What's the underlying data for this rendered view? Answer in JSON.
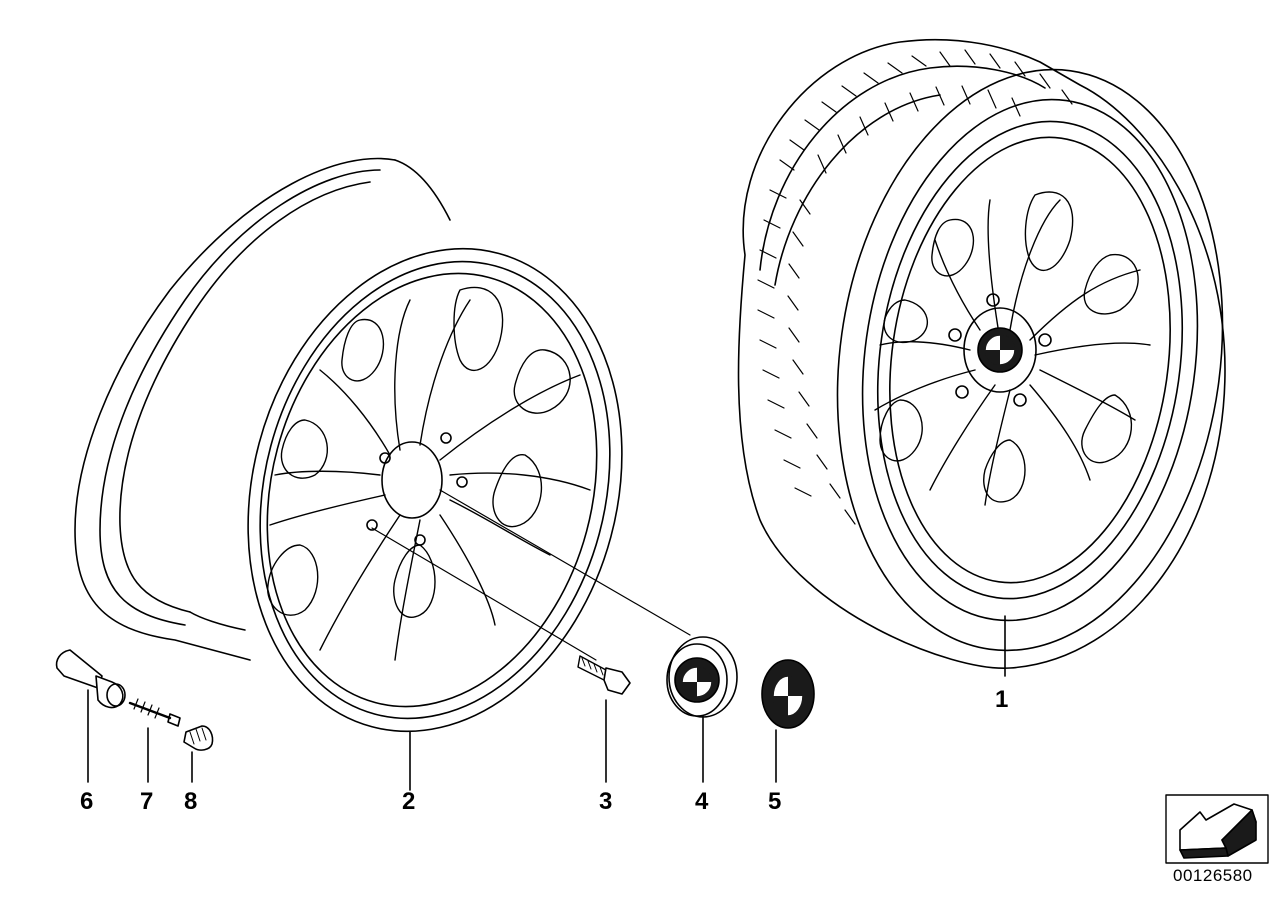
{
  "diagram": {
    "id": "00126580",
    "colors": {
      "line": "#000000",
      "background": "#ffffff",
      "fill_dark": "#1a1a1a"
    },
    "parts": [
      {
        "number": "1",
        "name": "wheel-with-tire"
      },
      {
        "number": "2",
        "name": "light-alloy-rim"
      },
      {
        "number": "3",
        "name": "wheel-bolt"
      },
      {
        "number": "4",
        "name": "hub-cap"
      },
      {
        "number": "5",
        "name": "emblem"
      },
      {
        "number": "6",
        "name": "valve"
      },
      {
        "number": "7",
        "name": "valve-insert"
      },
      {
        "number": "8",
        "name": "valve-cap"
      }
    ],
    "icons": {
      "next_page": "arrow-down-left-icon"
    }
  }
}
